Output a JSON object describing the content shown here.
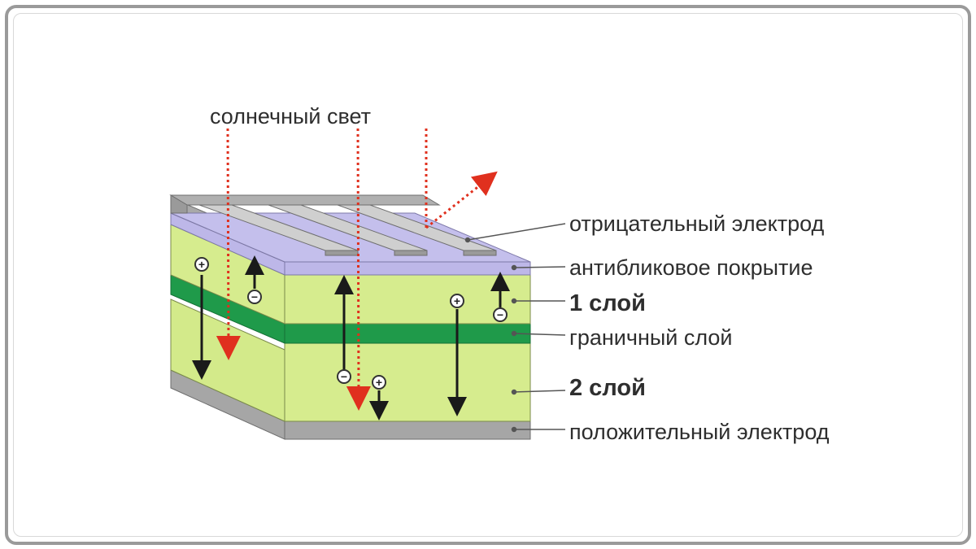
{
  "labels": {
    "sunlight": "солнечный свет",
    "negative_electrode": "отрицательный электрод",
    "antireflective_coating": "антибликовое покрытие",
    "layer_1": "1 слой",
    "junction_layer": "граничный слой",
    "layer_2": "2 слой",
    "positive_electrode": "положительный электрод"
  },
  "charges": {
    "plus": "+",
    "minus": "−"
  },
  "colors": {
    "silicon": "#d6ec8e",
    "silicon_dark": "#b9d46e",
    "junction": "#1f9a4a",
    "coating": "#b9b4e6",
    "electrode": "#a9a9a9",
    "light_ray": "#e0301e",
    "arrow": "#1a1a1a",
    "text": "#2e2e2e",
    "leader": "#555555"
  }
}
